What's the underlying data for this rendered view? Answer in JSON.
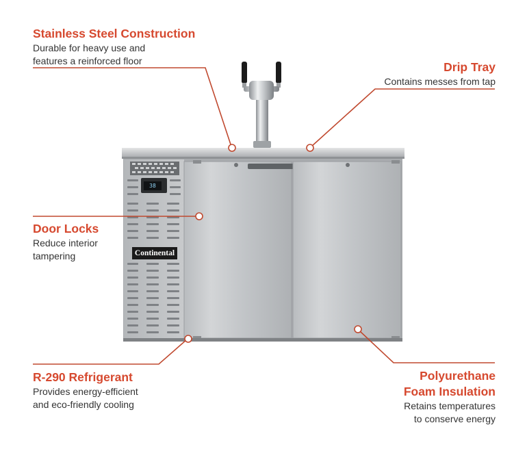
{
  "callouts": {
    "stainless": {
      "title": "Stainless Steel Construction",
      "desc_lines": [
        "Durable for heavy use and",
        "features a reinforced floor"
      ]
    },
    "drip_tray": {
      "title": "Drip Tray",
      "desc_lines": [
        "Contains messes from tap"
      ]
    },
    "door_locks": {
      "title": "Door Locks",
      "desc_lines": [
        "Reduce interior",
        "tampering"
      ]
    },
    "refrigerant": {
      "title": "R-290 Refrigerant",
      "desc_lines": [
        "Provides energy-efficient",
        "and eco-friendly cooling"
      ]
    },
    "insulation": {
      "title_lines": [
        "Polyurethane",
        "Foam Insulation"
      ],
      "desc_lines": [
        "Retains temperatures",
        "to conserve energy"
      ]
    }
  },
  "product": {
    "brand_label": "Continental",
    "display_readout": "38"
  },
  "colors": {
    "accent": "#d6492f",
    "leader_line": "#c0492f",
    "body_text": "#333333",
    "steel": "#c9cbcd"
  }
}
